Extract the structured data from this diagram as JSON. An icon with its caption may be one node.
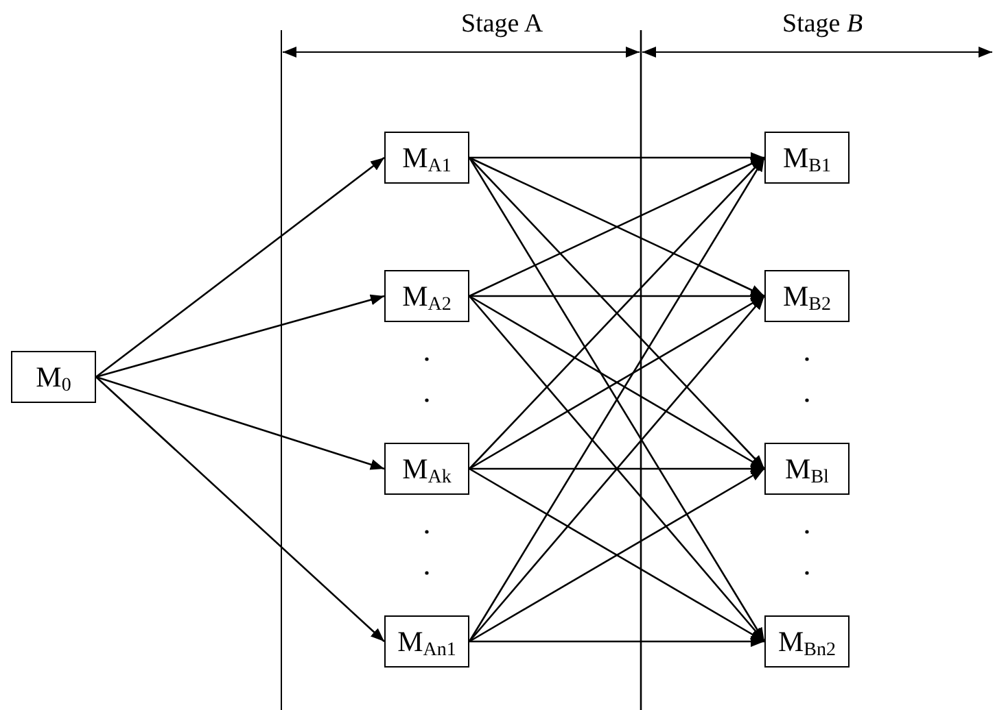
{
  "diagram": {
    "nodes": [
      {
        "text": [
          "M$_{0}$"
        ]
      },
      {
        "text": [
          "M$_{A1}$"
        ]
      },
      {
        "text": [
          "M$_{A2}$"
        ]
      },
      {
        "text": [
          "M$_{Ak}$"
        ]
      },
      {
        "text": [
          "M$_{An}$$_{1}$"
        ]
      },
      {
        "text": [
          "M$_{B1}$"
        ]
      },
      {
        "text": [
          "M$_{B2}$"
        ]
      },
      {
        "text": [
          "M$_{Bl}$"
        ]
      },
      {
        "text": [
          "M$_{Bn}$$_{2}$"
        ]
      }
    ],
    "edges": [
      {
        "from": 0,
        "to": 1,
        "arrow": "to"
      },
      {
        "from": 0,
        "to": 2,
        "arrow": "to"
      },
      {
        "from": 0,
        "to": 3,
        "arrow": "to"
      },
      {
        "from": 0,
        "to": 4,
        "arrow": "to"
      },
      {
        "from": 1,
        "to": 5,
        "arrow": "to"
      },
      {
        "from": 1,
        "to": 6,
        "arrow": "to"
      },
      {
        "from": 1,
        "to": 7,
        "arrow": "to"
      },
      {
        "from": 1,
        "to": 8,
        "arrow": "to"
      },
      {
        "from": 2,
        "to": 5,
        "arrow": "to"
      },
      {
        "from": 2,
        "to": 6,
        "arrow": "to"
      },
      {
        "from": 2,
        "to": 7,
        "arrow": "to"
      },
      {
        "from": 2,
        "to": 8,
        "arrow": "to"
      },
      {
        "from": 3,
        "to": 5,
        "arrow": "to"
      },
      {
        "from": 3,
        "to": 6,
        "arrow": "to"
      },
      {
        "from": 3,
        "to": 7,
        "arrow": "to"
      },
      {
        "from": 3,
        "to": 8,
        "arrow": "to"
      },
      {
        "from": 4,
        "to": 5,
        "arrow": "to"
      },
      {
        "from": 4,
        "to": 6,
        "arrow": "to"
      },
      {
        "from": 4,
        "to": 7,
        "arrow": "to"
      },
      {
        "from": 4,
        "to": 8,
        "arrow": "to"
      }
    ],
    "labels": [
      "Stage A",
      "Stage *B*"
    ]
  }
}
